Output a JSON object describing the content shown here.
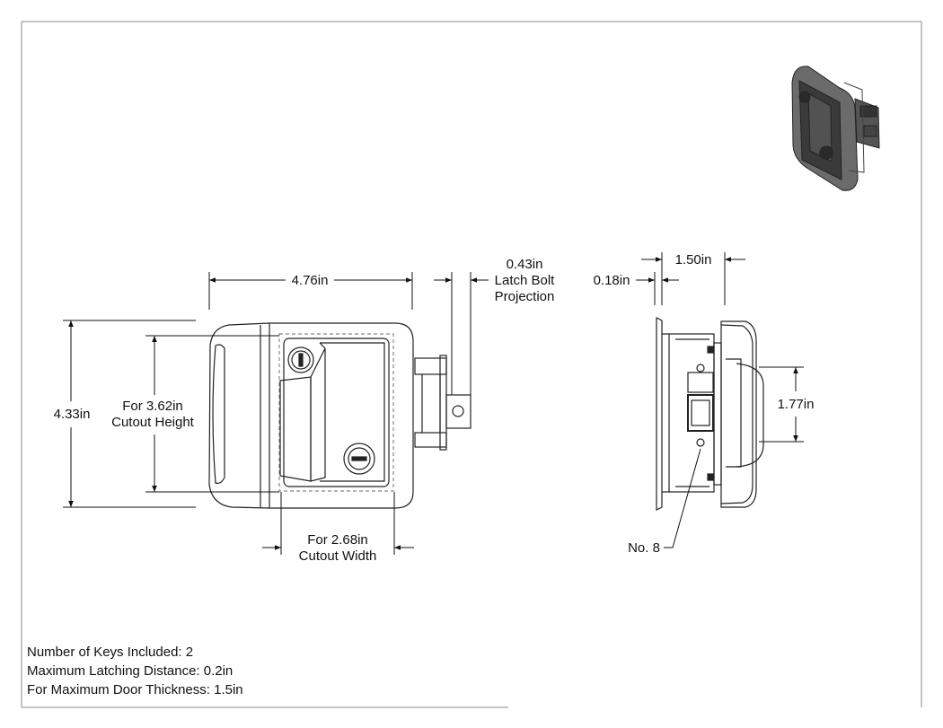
{
  "dimensions": {
    "overall_width": "4.76in",
    "overall_height": "4.33in",
    "cutout_height_line1": "For 3.62in",
    "cutout_height_line2": "Cutout Height",
    "cutout_width_line1": "For 2.68in",
    "cutout_width_line2": "Cutout Width",
    "bolt_line1": "0.43in",
    "bolt_line2": "Latch Bolt",
    "bolt_line3": "Projection",
    "flange_thickness": "0.18in",
    "side_depth": "1.50in",
    "screw_spacing": "1.77in",
    "screw_callout": "No. 8"
  },
  "notes": [
    "Number of Keys Included: 2",
    "Maximum Latching Distance: 0.2in",
    "For Maximum Door Thickness: 1.5in"
  ]
}
